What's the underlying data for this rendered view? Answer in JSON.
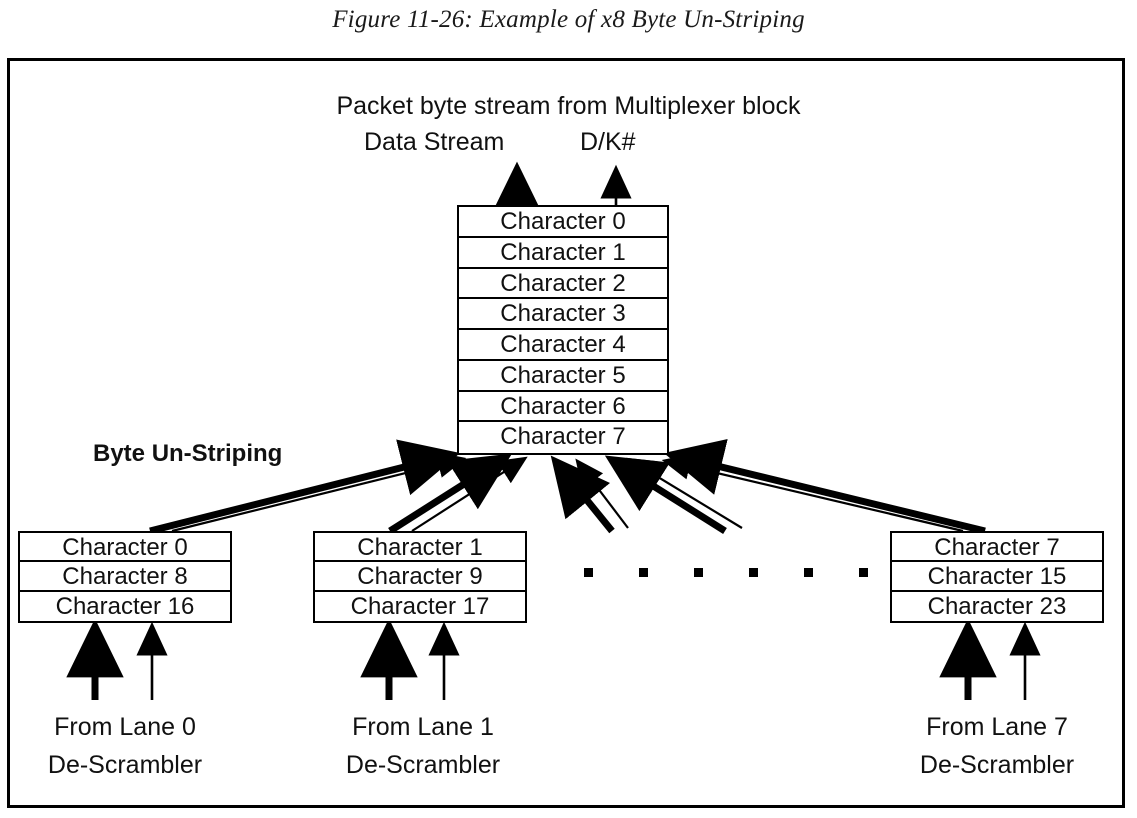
{
  "figure": {
    "caption": "Figure 11-26: Example of x8 Byte Un-Striping"
  },
  "diagram": {
    "mux_caption": "Packet byte stream from Multiplexer block",
    "data_stream_label": "Data Stream",
    "dk_label": "D/K#",
    "byte_unstriping_label": "Byte Un-Striping",
    "ellipsis_dot_count": 6,
    "colors": {
      "line": "#000000",
      "text": "#111111",
      "background": "#ffffff"
    }
  },
  "output_stack": {
    "rows": [
      "Character 0",
      "Character 1",
      "Character 2",
      "Character 3",
      "Character 4",
      "Character 5",
      "Character 6",
      "Character 7"
    ]
  },
  "lanes": [
    {
      "id": "lane-0",
      "rows": [
        "Character 0",
        "Character 8",
        "Character 16"
      ],
      "source_line1": "From Lane 0",
      "source_line2": "De-Scrambler"
    },
    {
      "id": "lane-1",
      "rows": [
        "Character 1",
        "Character 9",
        "Character 17"
      ],
      "source_line1": "From Lane 1",
      "source_line2": "De-Scrambler"
    },
    {
      "id": "lane-7",
      "rows": [
        "Character 7",
        "Character 15",
        "Character 23"
      ],
      "source_line1": "From Lane 7",
      "source_line2": "De-Scrambler"
    }
  ]
}
